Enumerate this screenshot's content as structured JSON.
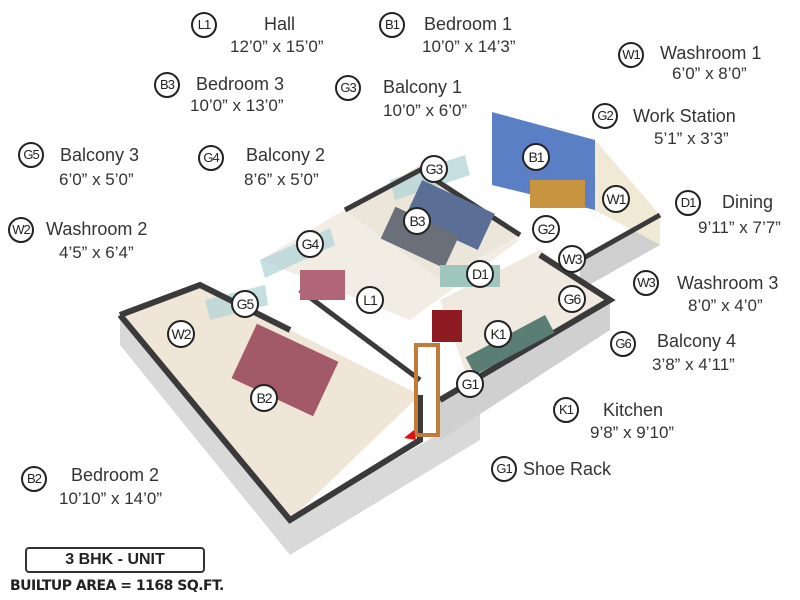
{
  "legend": [
    {
      "code": "L1",
      "name": "Hall",
      "dims": "12’0” x 15’0”"
    },
    {
      "code": "B1",
      "name": "Bedroom 1",
      "dims": "10’0” x 14’3”"
    },
    {
      "code": "W1",
      "name": "Washroom 1",
      "dims": "6’0” x 8’0”"
    },
    {
      "code": "B3",
      "name": "Bedroom 3",
      "dims": "10’0” x 13’0”"
    },
    {
      "code": "G3",
      "name": "Balcony 1",
      "dims": "10’0” x 6’0”"
    },
    {
      "code": "G2",
      "name": "Work Station",
      "dims": "5’1” x 3’3”"
    },
    {
      "code": "G5",
      "name": "Balcony 3",
      "dims": "6’0” x 5’0”"
    },
    {
      "code": "G4",
      "name": "Balcony 2",
      "dims": "8’6” x 5’0”"
    },
    {
      "code": "D1",
      "name": "Dining",
      "dims": "9’11” x 7’7”"
    },
    {
      "code": "W2",
      "name": "Washroom 2",
      "dims": "4’5” x 6’4”"
    },
    {
      "code": "W3",
      "name": "Washroom 3",
      "dims": "8’0” x 4’0”"
    },
    {
      "code": "G6",
      "name": "Balcony 4",
      "dims": "3’8” x 4’11”"
    },
    {
      "code": "K1",
      "name": "Kitchen",
      "dims": "9’8” x 9’10”"
    },
    {
      "code": "G1",
      "name": "Shoe Rack",
      "dims": ""
    },
    {
      "code": "B2",
      "name": "Bedroom 2",
      "dims": "10’10” x 14’0”"
    }
  ],
  "plan_markers": [
    "G3",
    "B1",
    "W1",
    "B3",
    "G2",
    "W3",
    "G4",
    "D1",
    "G6",
    "L1",
    "G5",
    "W2",
    "K1",
    "G1",
    "B2"
  ],
  "unit": {
    "title": "3 BHK - UNIT",
    "builtup": "BUILTUP AREA = 1168 SQ.FT."
  },
  "colors": {
    "b1_wall": "#5b7fc4",
    "floor": "#f2ebe0",
    "wall": "#3a3a3a",
    "entry_arrow": "#e01010"
  }
}
